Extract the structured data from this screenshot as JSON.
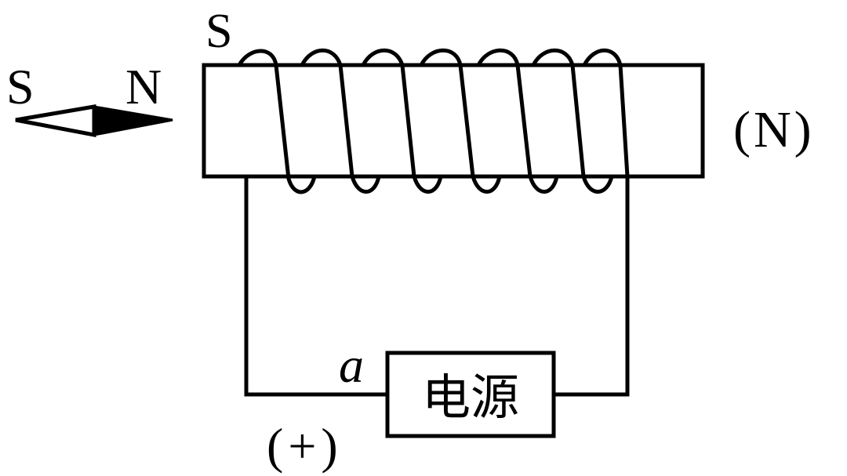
{
  "compass": {
    "left_pole": "S",
    "right_pole": "N"
  },
  "solenoid": {
    "left_end_label": "S",
    "right_end_label": "(N)",
    "turns": 7
  },
  "power_supply": {
    "label": "电源",
    "terminal_label": "a",
    "terminal_polarity": "(+)"
  },
  "colors": {
    "line": "#000000",
    "background": "#ffffff"
  }
}
